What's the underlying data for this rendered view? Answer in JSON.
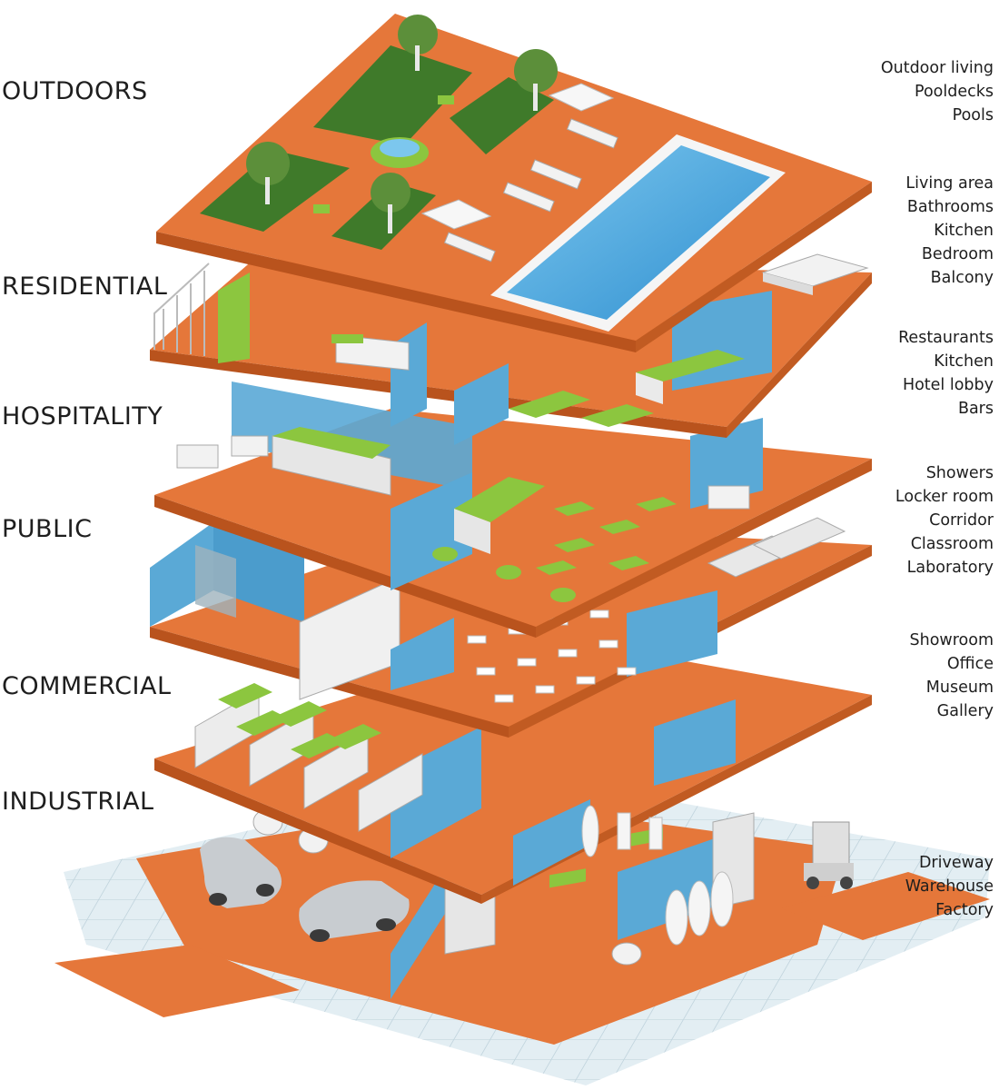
{
  "levels": [
    {
      "name": "OUTDOORS",
      "uses": [
        "Outdoor living",
        "Pooldecks",
        "Pools"
      ]
    },
    {
      "name": "RESIDENTIAL",
      "uses": [
        "Living area",
        "Bathrooms",
        "Kitchen",
        "Bedroom",
        "Balcony"
      ]
    },
    {
      "name": "HOSPITALITY",
      "uses": [
        "Restaurants",
        "Kitchen",
        "Hotel lobby",
        "Bars"
      ]
    },
    {
      "name": "PUBLIC",
      "uses": [
        "Showers",
        "Locker room",
        "Corridor",
        "Classroom",
        "Laboratory"
      ]
    },
    {
      "name": "COMMERCIAL",
      "uses": [
        "Showroom",
        "Office",
        "Museum",
        "Gallery"
      ]
    },
    {
      "name": "INDUSTRIAL",
      "uses": [
        "Driveway",
        "Warehouse",
        "Factory"
      ]
    }
  ],
  "colors": {
    "floor": "#e5773a",
    "floor_edge": "#b9531d",
    "wall": "#5aa9d6",
    "wall_dark": "#3e86b5",
    "accent": "#8cc63f",
    "grass": "#3f7a2a",
    "pool": "#47a8e0",
    "furniture": "#f2f2f2",
    "tile": "#d9e8ef"
  }
}
